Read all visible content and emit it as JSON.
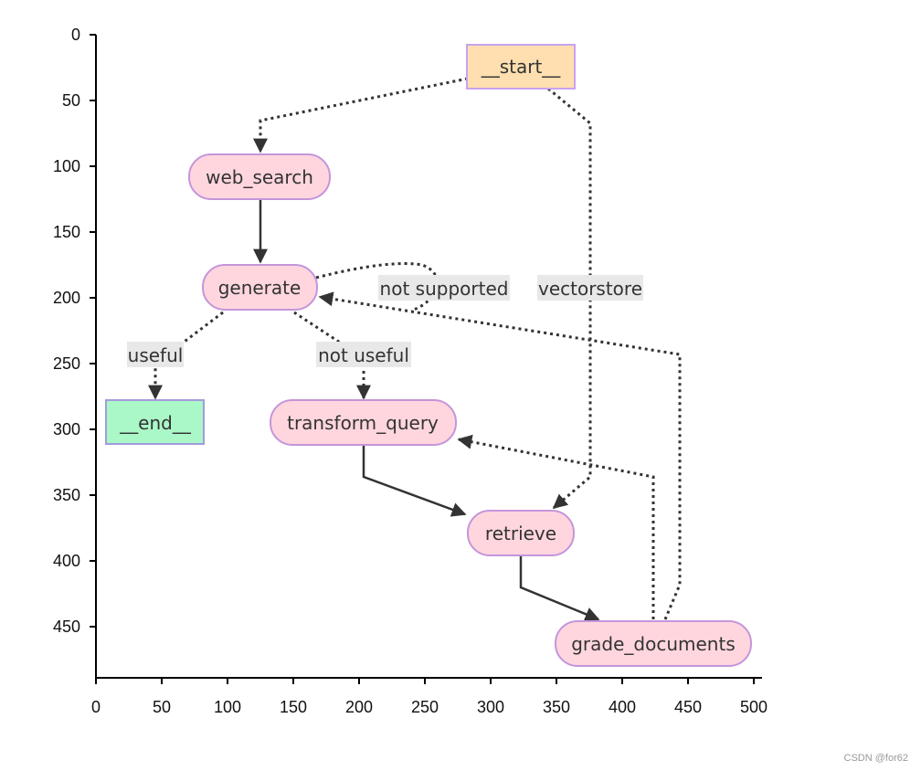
{
  "axes": {
    "x_ticks": [
      "0",
      "50",
      "100",
      "150",
      "200",
      "250",
      "300",
      "350",
      "400",
      "450",
      "500"
    ],
    "y_ticks": [
      "0",
      "50",
      "100",
      "150",
      "200",
      "250",
      "300",
      "350",
      "400",
      "450"
    ]
  },
  "nodes": [
    {
      "id": "start",
      "label": "__start__",
      "shape": "rect",
      "fill": "#ffdfb0",
      "stroke": "#c8a2f0"
    },
    {
      "id": "web_search",
      "label": "web_search",
      "shape": "pill",
      "fill": "#ffd6de",
      "stroke": "#c495db"
    },
    {
      "id": "generate",
      "label": "generate",
      "shape": "pill",
      "fill": "#ffd6de",
      "stroke": "#c495db"
    },
    {
      "id": "end",
      "label": "__end__",
      "shape": "rect",
      "fill": "#aaf7c8",
      "stroke": "#a39bdc"
    },
    {
      "id": "transform_query",
      "label": "transform_query",
      "shape": "pill",
      "fill": "#ffd6de",
      "stroke": "#c495db"
    },
    {
      "id": "retrieve",
      "label": "retrieve",
      "shape": "pill",
      "fill": "#ffd6de",
      "stroke": "#c495db"
    },
    {
      "id": "grade_documents",
      "label": "grade_documents",
      "shape": "pill",
      "fill": "#ffd6de",
      "stroke": "#c495db"
    }
  ],
  "edges": [
    {
      "from": "start",
      "to": "web_search",
      "style": "dotted",
      "label": ""
    },
    {
      "from": "start",
      "to": "retrieve",
      "style": "dotted",
      "label": "vectorstore"
    },
    {
      "from": "web_search",
      "to": "generate",
      "style": "solid",
      "label": ""
    },
    {
      "from": "generate",
      "to": "generate",
      "style": "dotted",
      "label": "not supported"
    },
    {
      "from": "generate",
      "to": "end",
      "style": "dotted",
      "label": "useful"
    },
    {
      "from": "generate",
      "to": "transform_query",
      "style": "dotted",
      "label": "not useful"
    },
    {
      "from": "transform_query",
      "to": "retrieve",
      "style": "solid",
      "label": ""
    },
    {
      "from": "retrieve",
      "to": "grade_documents",
      "style": "solid",
      "label": ""
    },
    {
      "from": "grade_documents",
      "to": "transform_query",
      "style": "dotted",
      "label": ""
    },
    {
      "from": "grade_documents",
      "to": "generate",
      "style": "dotted",
      "label": ""
    }
  ],
  "colors": {
    "edge": "#333333",
    "label_bg": "#e8e8e8"
  },
  "watermark": "CSDN @for62"
}
